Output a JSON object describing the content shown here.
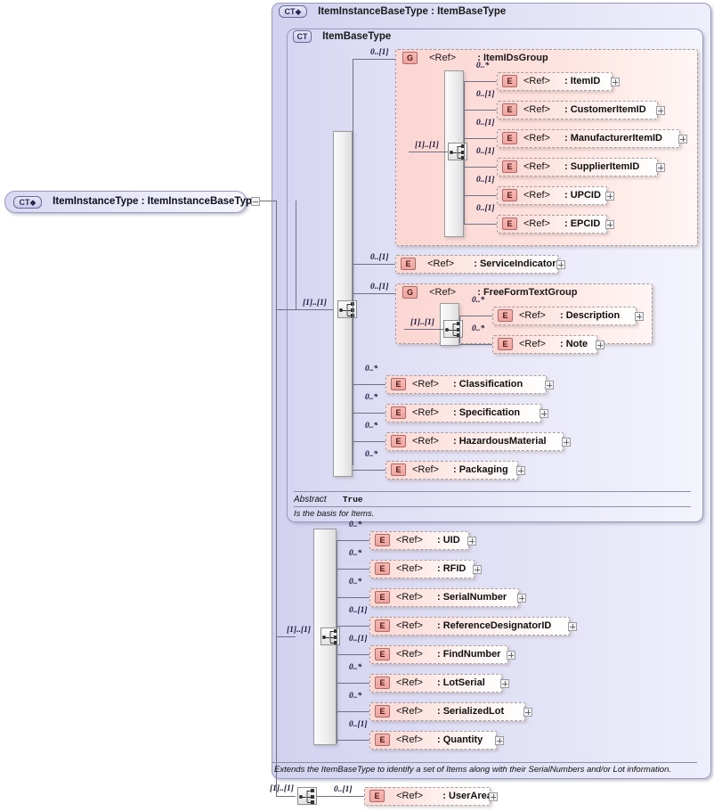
{
  "diagram": {
    "kind": "xsd-schema-diagram",
    "root": {
      "badge": "CT",
      "badge_icon": "complextype-expand-icon",
      "name": "ItemInstanceType",
      "separator": " : ",
      "base": "ItemInstanceBaseType",
      "label": "ItemInstanceType : ItemInstanceBaseType"
    },
    "outer_type": {
      "badge": "CT",
      "name": "ItemInstanceBaseType",
      "base": "ItemBaseType",
      "label": "ItemInstanceBaseType : ItemBaseType"
    },
    "inner_type": {
      "badge": "CT",
      "name": "ItemBaseType",
      "label": "ItemBaseType"
    },
    "groups": {
      "item_ids": {
        "badge": "G",
        "ref": "<Ref>",
        "name": ": ItemIDsGroup",
        "cardinality": "0..[1]",
        "inner_cardinality": "[1]..[1]"
      },
      "free_form_text": {
        "badge": "G",
        "ref": "<Ref>",
        "name": ": FreeFormTextGroup",
        "cardinality": "0..[1]",
        "inner_cardinality": "[1]..[1]"
      }
    },
    "sequences": {
      "item_base": "[1]..[1]",
      "instance_base": "[1]..[1]",
      "root": "[1]..[1]"
    },
    "item_ids_children": [
      {
        "badge": "E",
        "ref": "<Ref>",
        "name": ": ItemID",
        "cardinality": "0..*",
        "expand": "+"
      },
      {
        "badge": "E",
        "ref": "<Ref>",
        "name": ": CustomerItemID",
        "cardinality": "0..[1]",
        "expand": "+"
      },
      {
        "badge": "E",
        "ref": "<Ref>",
        "name": ": ManufacturerItemID",
        "cardinality": "0..[1]",
        "expand": "+"
      },
      {
        "badge": "E",
        "ref": "<Ref>",
        "name": ": SupplierItemID",
        "cardinality": "0..[1]",
        "expand": "+"
      },
      {
        "badge": "E",
        "ref": "<Ref>",
        "name": ": UPCID",
        "cardinality": "0..[1]",
        "expand": "+"
      },
      {
        "badge": "E",
        "ref": "<Ref>",
        "name": ": EPCID",
        "cardinality": "0..[1]",
        "expand": "+"
      }
    ],
    "service_indicator": {
      "badge": "E",
      "ref": "<Ref>",
      "name": ": ServiceIndicator",
      "cardinality": "0..[1]",
      "expand": "+"
    },
    "free_form_children": [
      {
        "badge": "E",
        "ref": "<Ref>",
        "name": ": Description",
        "cardinality": "0..*",
        "expand": "+"
      },
      {
        "badge": "E",
        "ref": "<Ref>",
        "name": ": Note",
        "cardinality": "0..*",
        "expand": "+"
      }
    ],
    "item_base_children": [
      {
        "badge": "E",
        "ref": "<Ref>",
        "name": ": Classification",
        "cardinality": "0..*",
        "expand": "+"
      },
      {
        "badge": "E",
        "ref": "<Ref>",
        "name": ": Specification",
        "cardinality": "0..*",
        "expand": "+"
      },
      {
        "badge": "E",
        "ref": "<Ref>",
        "name": ": HazardousMaterial",
        "cardinality": "0..*",
        "expand": "+"
      },
      {
        "badge": "E",
        "ref": "<Ref>",
        "name": ": Packaging",
        "cardinality": "0..*",
        "expand": "+"
      }
    ],
    "instance_children": [
      {
        "badge": "E",
        "ref": "<Ref>",
        "name": ": UID",
        "cardinality": "0..*",
        "expand": "+"
      },
      {
        "badge": "E",
        "ref": "<Ref>",
        "name": ": RFID",
        "cardinality": "0..*",
        "expand": "+"
      },
      {
        "badge": "E",
        "ref": "<Ref>",
        "name": ": SerialNumber",
        "cardinality": "0..*",
        "expand": "+"
      },
      {
        "badge": "E",
        "ref": "<Ref>",
        "name": ": ReferenceDesignatorID",
        "cardinality": "0..[1]",
        "expand": "+"
      },
      {
        "badge": "E",
        "ref": "<Ref>",
        "name": ": FindNumber",
        "cardinality": "0..[1]",
        "expand": "+"
      },
      {
        "badge": "E",
        "ref": "<Ref>",
        "name": ": LotSerial",
        "cardinality": "0..*",
        "expand": "+"
      },
      {
        "badge": "E",
        "ref": "<Ref>",
        "name": ": SerializedLot",
        "cardinality": "0..*",
        "expand": "+"
      },
      {
        "badge": "E",
        "ref": "<Ref>",
        "name": ": Quantity",
        "cardinality": "0..[1]",
        "expand": "+"
      }
    ],
    "user_area": {
      "badge": "E",
      "ref": "<Ref>",
      "name": ": UserArea",
      "cardinality": "0..[1]",
      "expand": "+"
    },
    "annotations": {
      "abstract_key": "Abstract",
      "abstract_value": "True",
      "item_base_doc": "Is the basis for Items.",
      "instance_base_doc": "Extends the ItemBaseType to identify a set of Items along with their SerialNumbers and/or Lot information."
    },
    "colors": {
      "type_fill": "#dcdcf4",
      "type_border": "#9a9ac0",
      "element_fill": "#fbd8d4",
      "element_border": "#a8a0a0",
      "badge_element": "#efa49d",
      "line": "#6f6f86"
    }
  }
}
